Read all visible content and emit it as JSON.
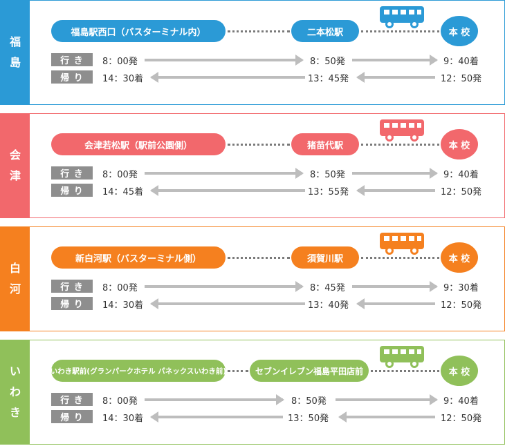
{
  "routes": [
    {
      "region": "福島",
      "color": "#2b9ad6",
      "origin": "福島駅西口（バスターミナル内）",
      "via": "二本松駅",
      "school": "本 校",
      "go_label": "行 き",
      "back_label": "帰 り",
      "go": {
        "depart": "8：00発",
        "via": "8：50発",
        "arrive": "9：40着"
      },
      "back": {
        "arrive": "14：30着",
        "via": "13：45発",
        "depart": "12：50発"
      }
    },
    {
      "region": "会津",
      "color": "#f2686c",
      "origin": "会津若松駅（駅前公園側）",
      "via": "猪苗代駅",
      "school": "本 校",
      "go_label": "行 き",
      "back_label": "帰 り",
      "go": {
        "depart": "8：00発",
        "via": "8：50発",
        "arrive": "9：40着"
      },
      "back": {
        "arrive": "14：45着",
        "via": "13：55発",
        "depart": "12：50発"
      }
    },
    {
      "region": "白河",
      "color": "#f5801f",
      "origin": "新白河駅（バスターミナル側）",
      "via": "須賀川駅",
      "school": "本 校",
      "go_label": "行 き",
      "back_label": "帰 り",
      "go": {
        "depart": "8：00発",
        "via": "8：45発",
        "arrive": "9：30着"
      },
      "back": {
        "arrive": "14：30着",
        "via": "13：40発",
        "depart": "12：50発"
      }
    },
    {
      "region": "いわき",
      "color": "#90c05a",
      "origin": "いわき駅前(グランパークホテル パネックスいわき前)",
      "via": "セブンイレブン福島平田店前",
      "school": "本 校",
      "go_label": "行 き",
      "back_label": "帰 り",
      "go": {
        "depart": "8：00発",
        "via": "8：50発",
        "arrive": "9：40着"
      },
      "back": {
        "arrive": "14：30着",
        "via": "13：50発",
        "depart": "12：50発"
      }
    }
  ]
}
